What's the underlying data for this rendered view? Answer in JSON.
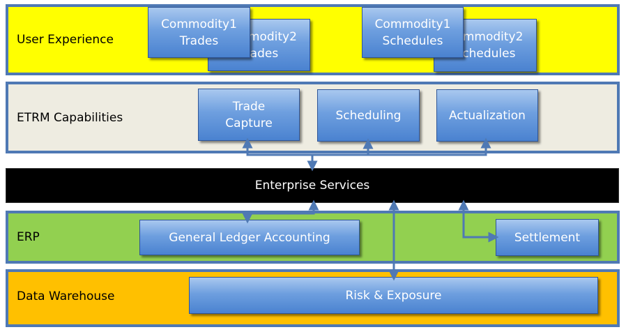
{
  "layers": {
    "user_experience": {
      "label": "User Experience",
      "color": "#ffff00"
    },
    "etrm": {
      "label": "ETRM Capabilities",
      "color": "#eeece1"
    },
    "erp": {
      "label": "ERP",
      "color": "#92d050"
    },
    "data_warehouse": {
      "label": "Data Warehouse",
      "color": "#ffc000"
    }
  },
  "bus": {
    "label": "Enterprise Services"
  },
  "boxes": {
    "commodity2_trades": [
      "Commodity2",
      "Trades"
    ],
    "commodity1_trades": [
      "Commodity1",
      "Trades"
    ],
    "commodity2_schedules": [
      "Commodity2",
      "Schedules"
    ],
    "commodity1_schedules": [
      "Commodity1",
      "Schedules"
    ],
    "trade_capture": [
      "Trade",
      "Capture"
    ],
    "scheduling": "Scheduling",
    "actualization": "Actualization",
    "general_ledger": "General Ledger Accounting",
    "settlement": "Settlement",
    "risk_exposure": "Risk & Exposure"
  },
  "colors": {
    "border": "#4f79b4",
    "box": "#4a82d0",
    "connector": "#4f79b4"
  }
}
